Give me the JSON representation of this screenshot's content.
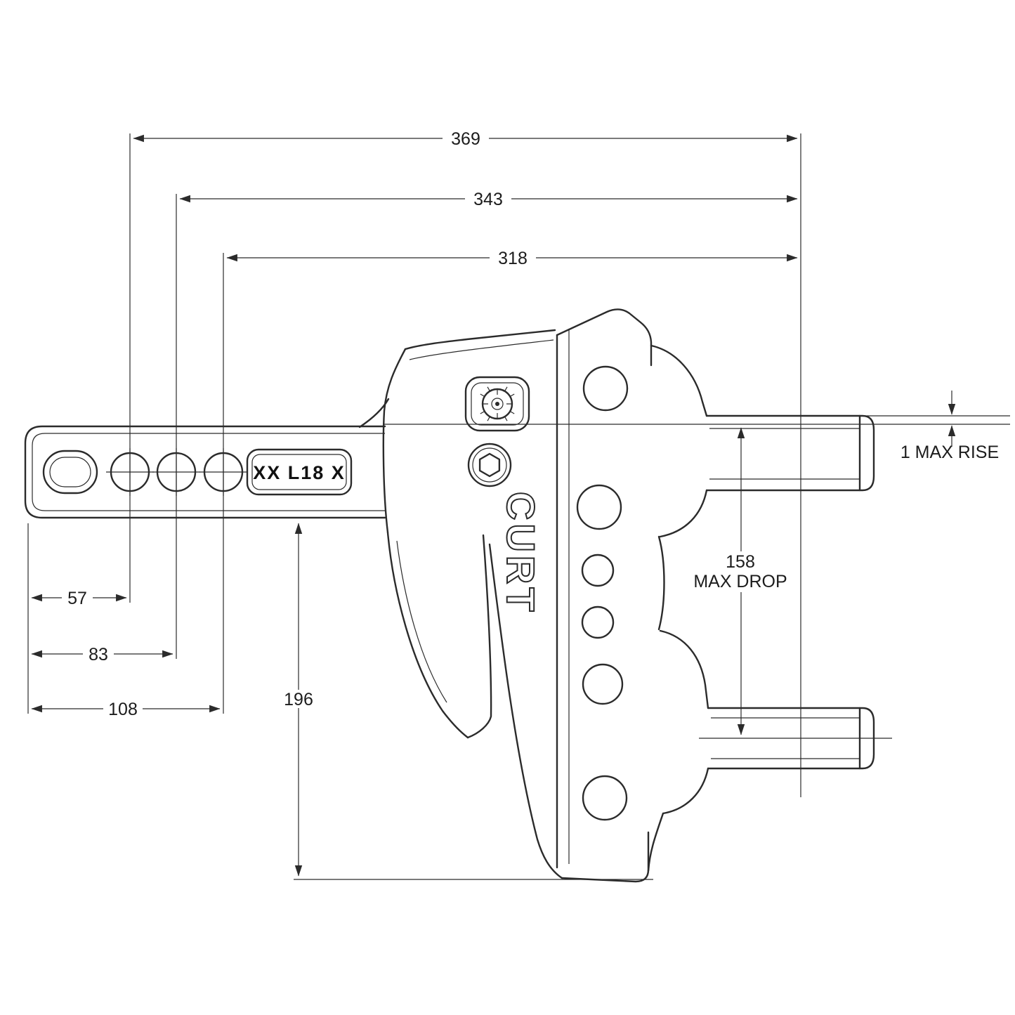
{
  "drawing": {
    "background": "#ffffff",
    "line_color": "#2b2b2b",
    "dims": {
      "d369": "369",
      "d343": "343",
      "d318": "318",
      "d57": "57",
      "d83": "83",
      "d108": "108",
      "d196": "196",
      "d158": "158",
      "max_drop": "MAX DROP",
      "max_rise": "1 MAX RISE"
    },
    "labels": {
      "stamp": "XX L18 X",
      "brand": "CURT"
    }
  }
}
